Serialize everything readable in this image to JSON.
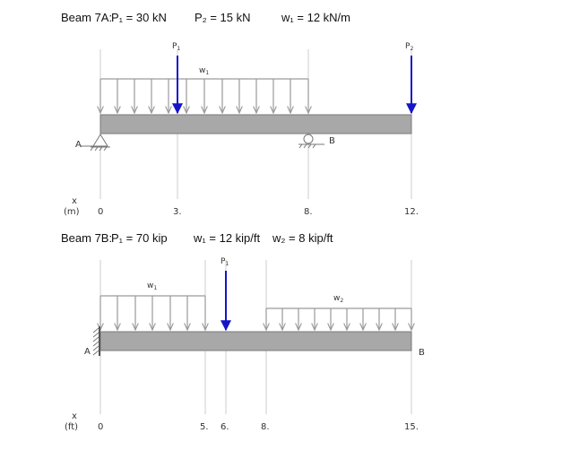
{
  "beam_7a": {
    "title": "Beam 7A:",
    "p1_text": "P₁ = 30 kN",
    "p2_text": "P₂ = 15 kN",
    "w1_text": "w₁ = 12 kN/m",
    "labels": {
      "p1": "P1",
      "p2": "P2",
      "w1": "w1",
      "support_a": "A",
      "support_b": "B"
    },
    "axis_label": "x",
    "axis_unit": "(m)",
    "ticks": [
      "0",
      "3.",
      "8.",
      "12."
    ]
  },
  "beam_7b": {
    "title": "Beam 7B:",
    "p1_text": "P₁ = 70 kip",
    "w1_text": "w₁ = 12 kip/ft",
    "w2_text": "w₂ = 8 kip/ft",
    "labels": {
      "p1": "P1",
      "w1": "w1",
      "w2": "w2",
      "support_a": "A",
      "end_b": "B"
    },
    "axis_label": "x",
    "axis_unit": "(ft)",
    "ticks": [
      "0",
      "5.",
      "6.",
      "8.",
      "15."
    ]
  },
  "colors": {
    "beam_fill": "#a8a8a8",
    "beam_stroke": "#7a7a7a",
    "load_gray": "#9a9a9a",
    "point_load_blue": "#1515c8",
    "guide_line": "#cccccc"
  }
}
